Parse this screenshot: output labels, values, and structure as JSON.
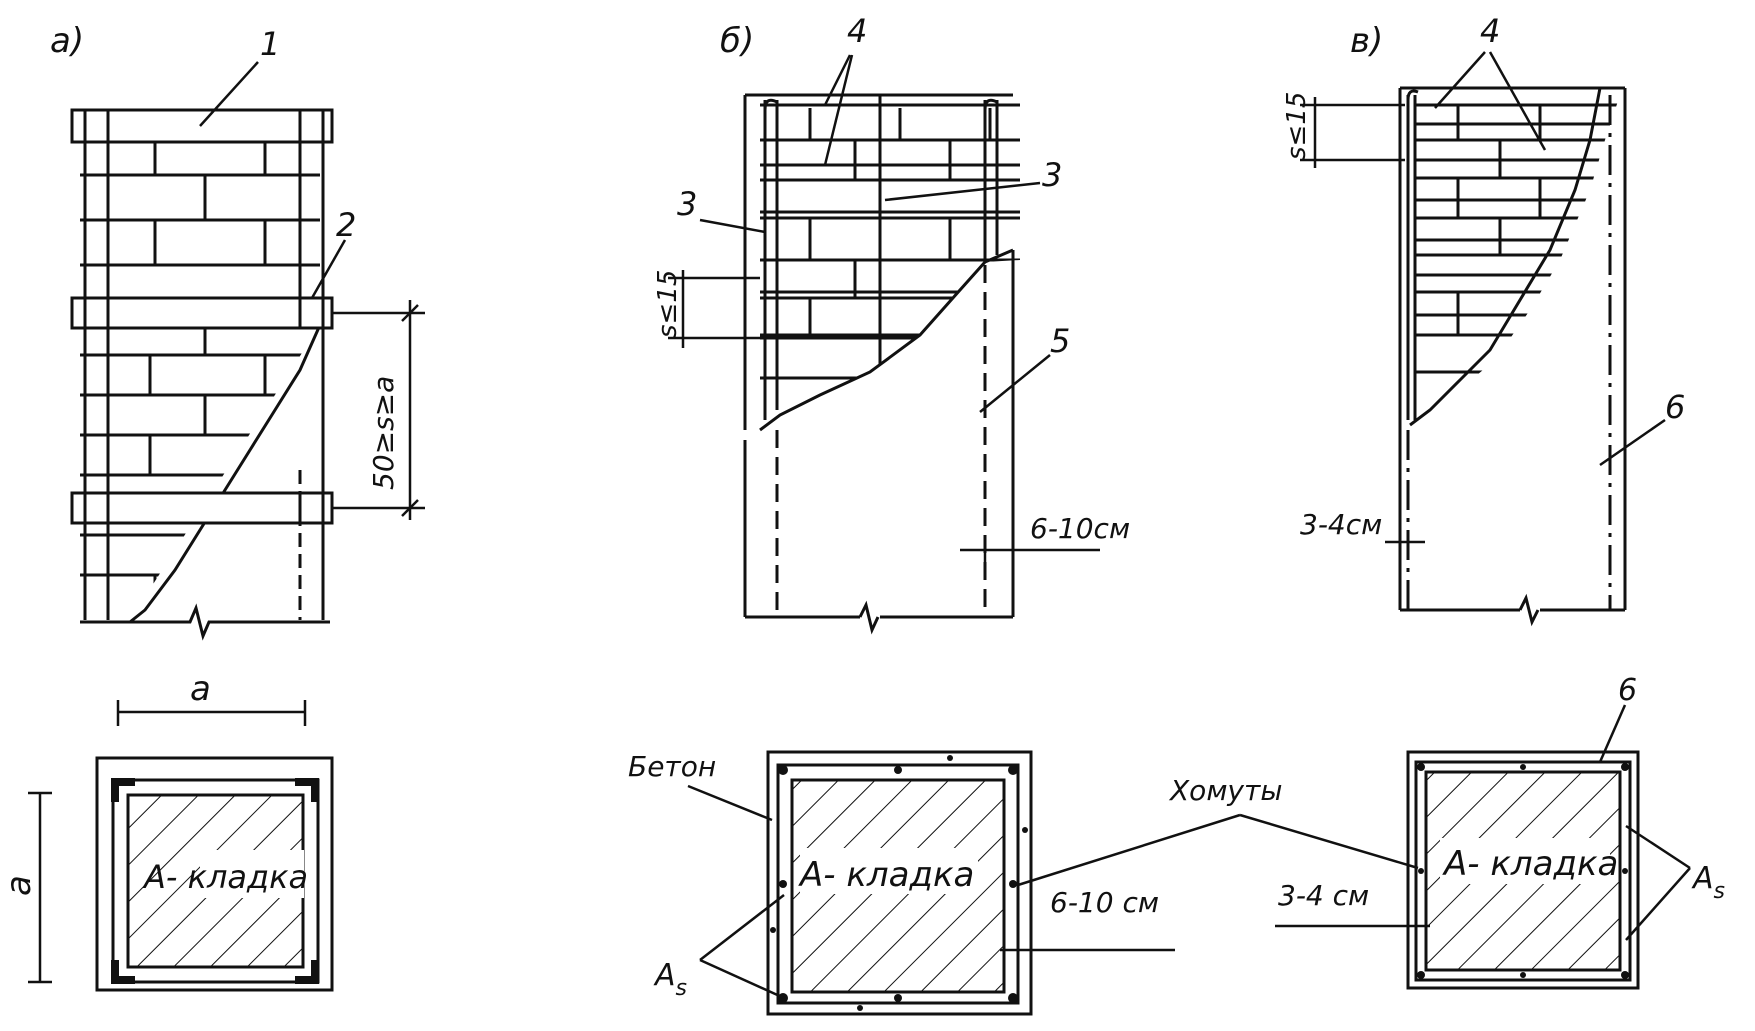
{
  "panels": {
    "a": "а)",
    "b": "б)",
    "c": "в)"
  },
  "callouts": {
    "n1": "1",
    "n2": "2",
    "n3_left": "3",
    "n3_right": "3",
    "n4_b": "4",
    "n4_c": "4",
    "n5": "5",
    "n6_elev": "6",
    "n6_plan": "6"
  },
  "dimensions": {
    "spacing_a": "50≥s≥a",
    "spacing_b": "s≤15",
    "spacing_c": "s≤15",
    "side_a_horizontal": "a",
    "side_a_vertical": "a",
    "cover_b_elev": "6-10см",
    "cover_c_elev": "3-4см",
    "cover_b_plan": "6-10 см",
    "cover_c_plan": "3-4 см"
  },
  "plan_labels": {
    "masonry_a": "А- кладка",
    "masonry_b": "А- кладка",
    "masonry_c": "А- кладка",
    "concrete": "Бетон",
    "stirrups": "Хомуты",
    "as_b": "A",
    "as_c": "A",
    "as_sub": "s"
  },
  "colors": {
    "ink": "#111111",
    "paper": "#ffffff"
  }
}
